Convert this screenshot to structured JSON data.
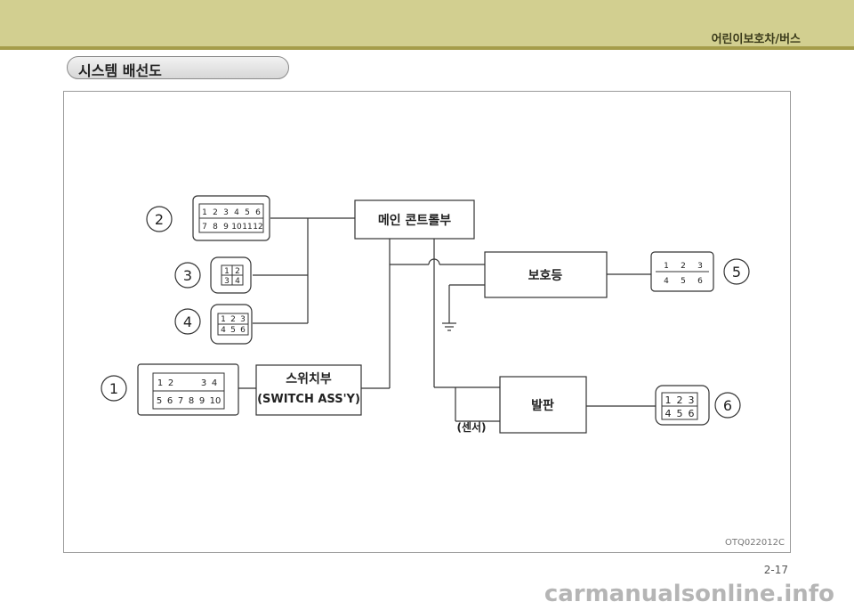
{
  "header": {
    "title": "어린이보호차/버스"
  },
  "section": {
    "title": "시스템 배선도"
  },
  "diagram": {
    "main_control": "메인 콘트롤부",
    "protect_light": "보호등",
    "footboard": "발판",
    "switch_line1": "스위치부",
    "switch_line2": "(SWITCH ASS'Y)",
    "sensor": "(센서)",
    "callouts": [
      "1",
      "2",
      "3",
      "4",
      "5",
      "6"
    ],
    "connector1_top": [
      "1",
      "2",
      "3",
      "4"
    ],
    "connector1_bottom": [
      "5",
      "6",
      "7",
      "8",
      "9",
      "10"
    ],
    "connector2_top": [
      "1",
      "2",
      "3",
      "4",
      "5",
      "6"
    ],
    "connector2_bottom": [
      "7",
      "8",
      "9",
      "10",
      "11",
      "12"
    ],
    "connector3": [
      "1",
      "2",
      "3",
      "4"
    ],
    "connector4": [
      "1",
      "2",
      "3",
      "4",
      "5",
      "6"
    ],
    "connector5": [
      "1",
      "2",
      "3",
      "4",
      "5",
      "6"
    ],
    "connector6": [
      "1",
      "2",
      "3",
      "4",
      "5",
      "6"
    ],
    "figure_code": "OTQ022012C"
  },
  "footer": {
    "page": "2-17",
    "watermark": "carmanualsonline.info"
  }
}
